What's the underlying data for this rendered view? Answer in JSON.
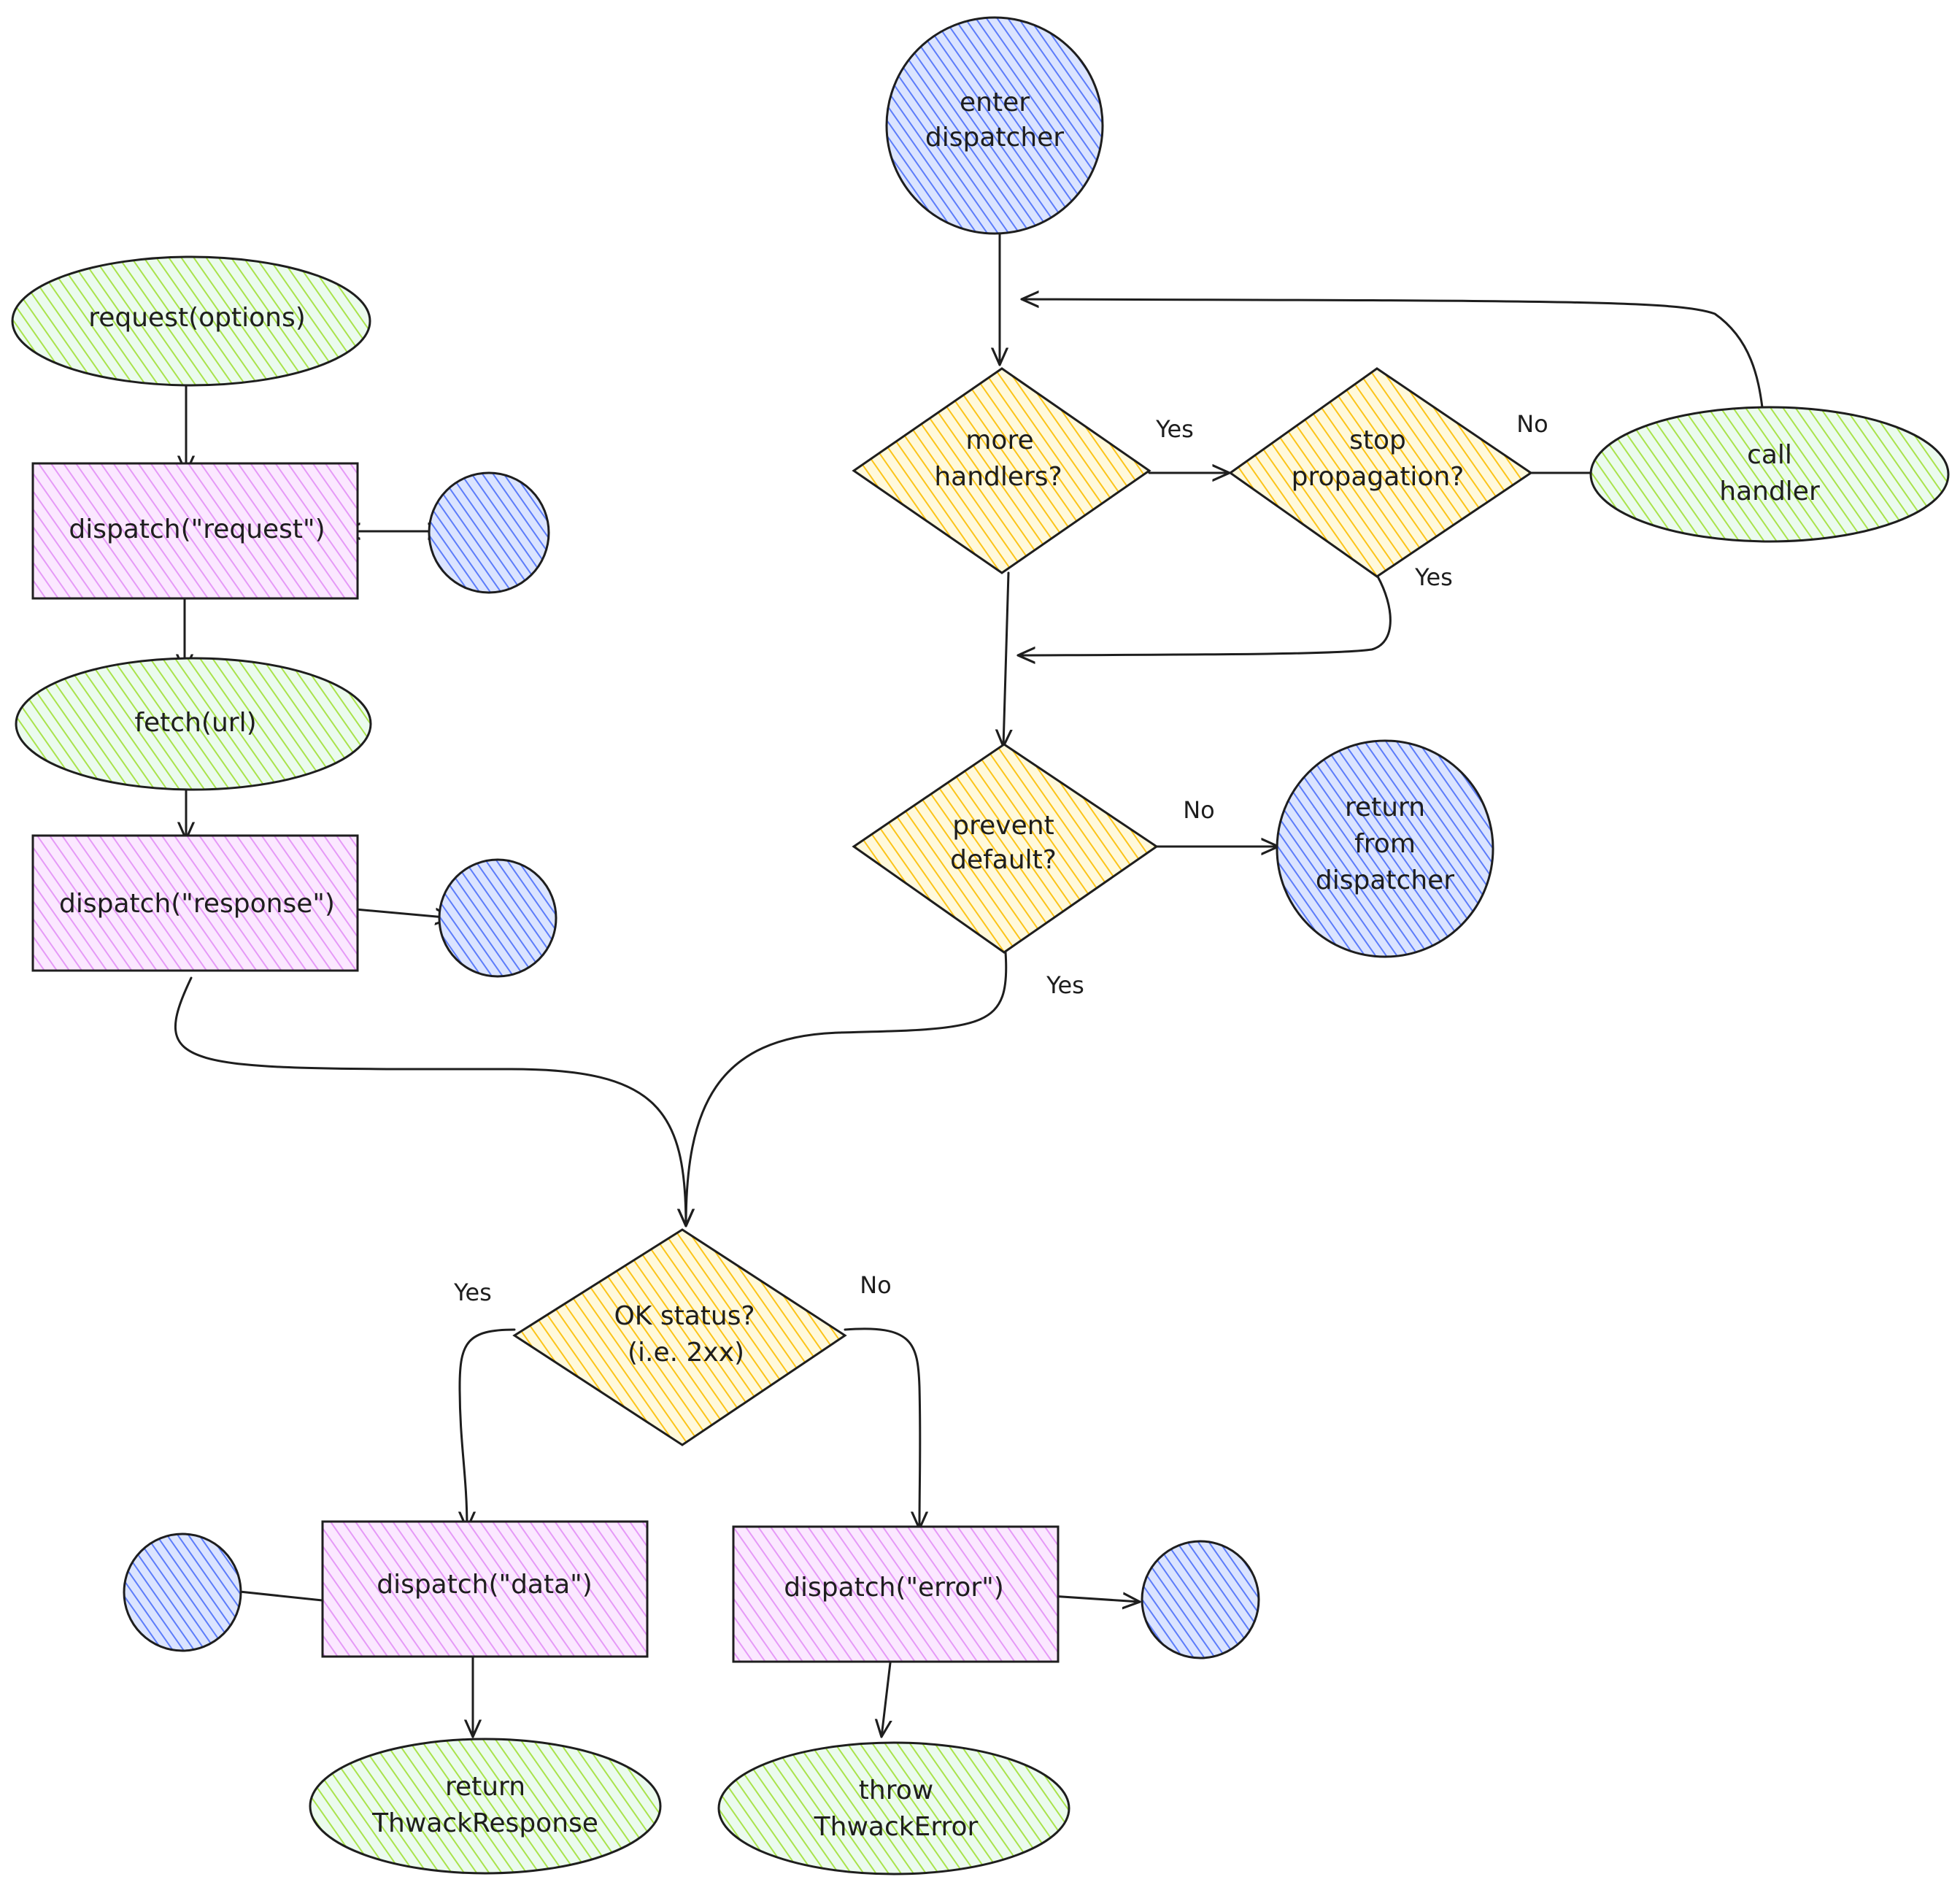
{
  "colors": {
    "purple": "#e599f7",
    "green": "#b2f2bb",
    "blue": "#a5b4fc",
    "yellow": "#ffec99",
    "stroke": "#1e1e1e"
  },
  "nodes": {
    "request_options": "request(options)",
    "dispatch_request": "dispatch(\"request\")",
    "fetch_url": "fetch(url)",
    "dispatch_response": "dispatch(\"response\")",
    "enter_dispatcher": [
      "enter",
      "dispatcher"
    ],
    "more_handlers": [
      "more",
      "handlers?"
    ],
    "stop_propagation": [
      "stop",
      "propagation?"
    ],
    "call_handler": [
      "call",
      "handler"
    ],
    "prevent_default": [
      "prevent",
      "default?"
    ],
    "return_from_dispatcher": [
      "return",
      "from",
      "dispatcher"
    ],
    "ok_status": [
      "OK status?",
      "(i.e. 2xx)"
    ],
    "dispatch_data": "dispatch(\"data\")",
    "dispatch_error": "dispatch(\"error\")",
    "return_response": [
      "return",
      "ThwackResponse"
    ],
    "throw_error": [
      "throw",
      "ThwackError"
    ]
  },
  "edge_labels": {
    "more_yes": "Yes",
    "stop_no": "No",
    "stop_yes": "Yes",
    "prevent_no": "No",
    "prevent_yes": "Yes",
    "ok_yes": "Yes",
    "ok_no": "No"
  }
}
